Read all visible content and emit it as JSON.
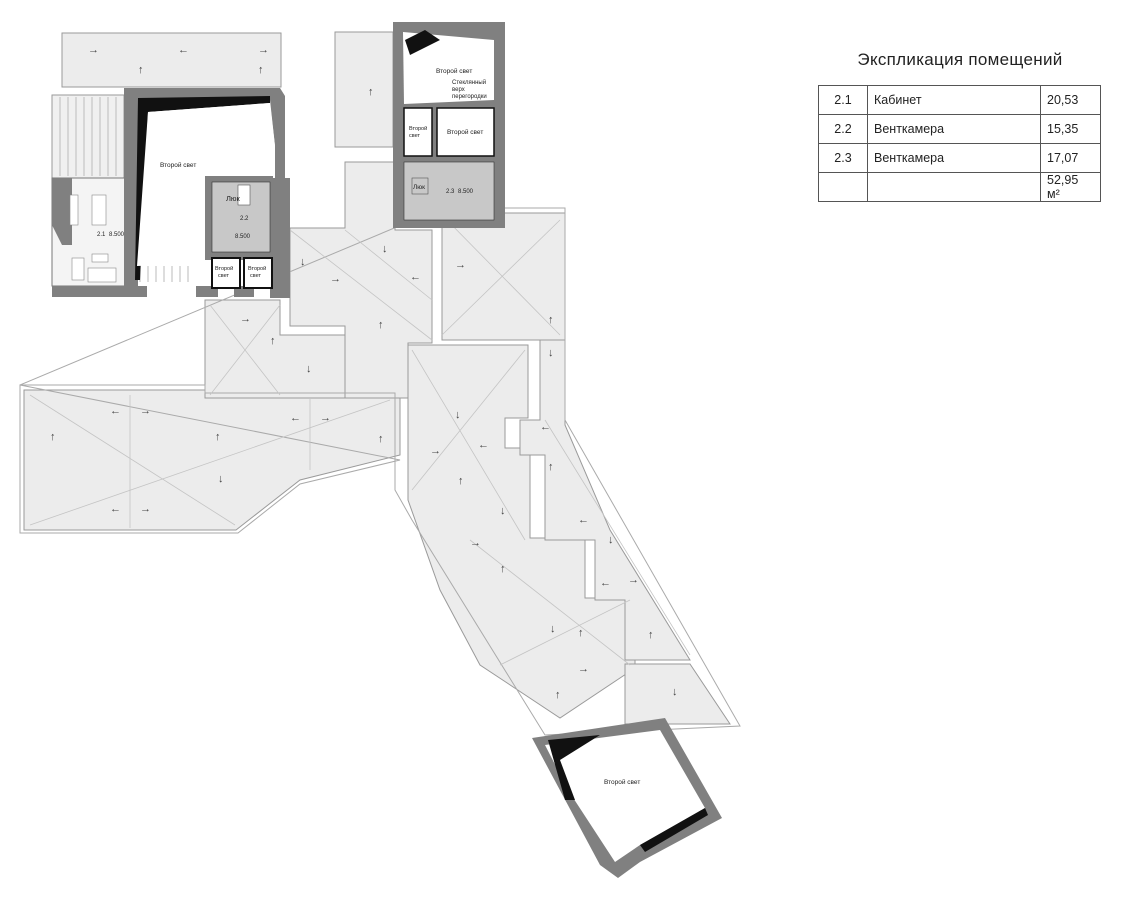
{
  "explication": {
    "title": "Экспликация помещений",
    "rows": [
      {
        "num": "2.1",
        "name": "Кабинет",
        "area": "20,53"
      },
      {
        "num": "2.2",
        "name": "Венткамера",
        "area": "15,35"
      },
      {
        "num": "2.3",
        "name": "Венткамера",
        "area": "17,07"
      }
    ],
    "total": "52,95 м²"
  },
  "plan_labels": {
    "second_light": "Второй свет",
    "second_light_line1": "Второй",
    "second_light_line2": "свет",
    "glass_top_line1": "Стеклянный",
    "glass_top_line2": "верх",
    "glass_top_line3": "перегородки",
    "hatch": "Люк",
    "room_21": "2.1",
    "room_22": "2.2",
    "room_23": "2.3",
    "level": "8.500"
  },
  "colors": {
    "wall": "#808080",
    "wall_dark": "#111111",
    "roof_fill": "#ececec",
    "vent_fill": "#c8c8c8",
    "outline": "#9a9a9a"
  }
}
